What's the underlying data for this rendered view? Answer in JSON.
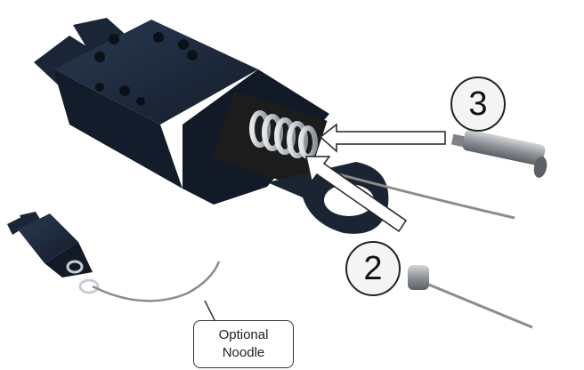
{
  "callouts": {
    "three": "3",
    "two": "2",
    "note_line1": "Optional",
    "note_line2": "Noodle"
  },
  "colors": {
    "body": "#1e2c40",
    "body_dark": "#111a26",
    "spring": "#c9cdd2",
    "metal": "#9da1a5",
    "cable": "#8c8c8c",
    "arrow_outline": "#222222"
  }
}
